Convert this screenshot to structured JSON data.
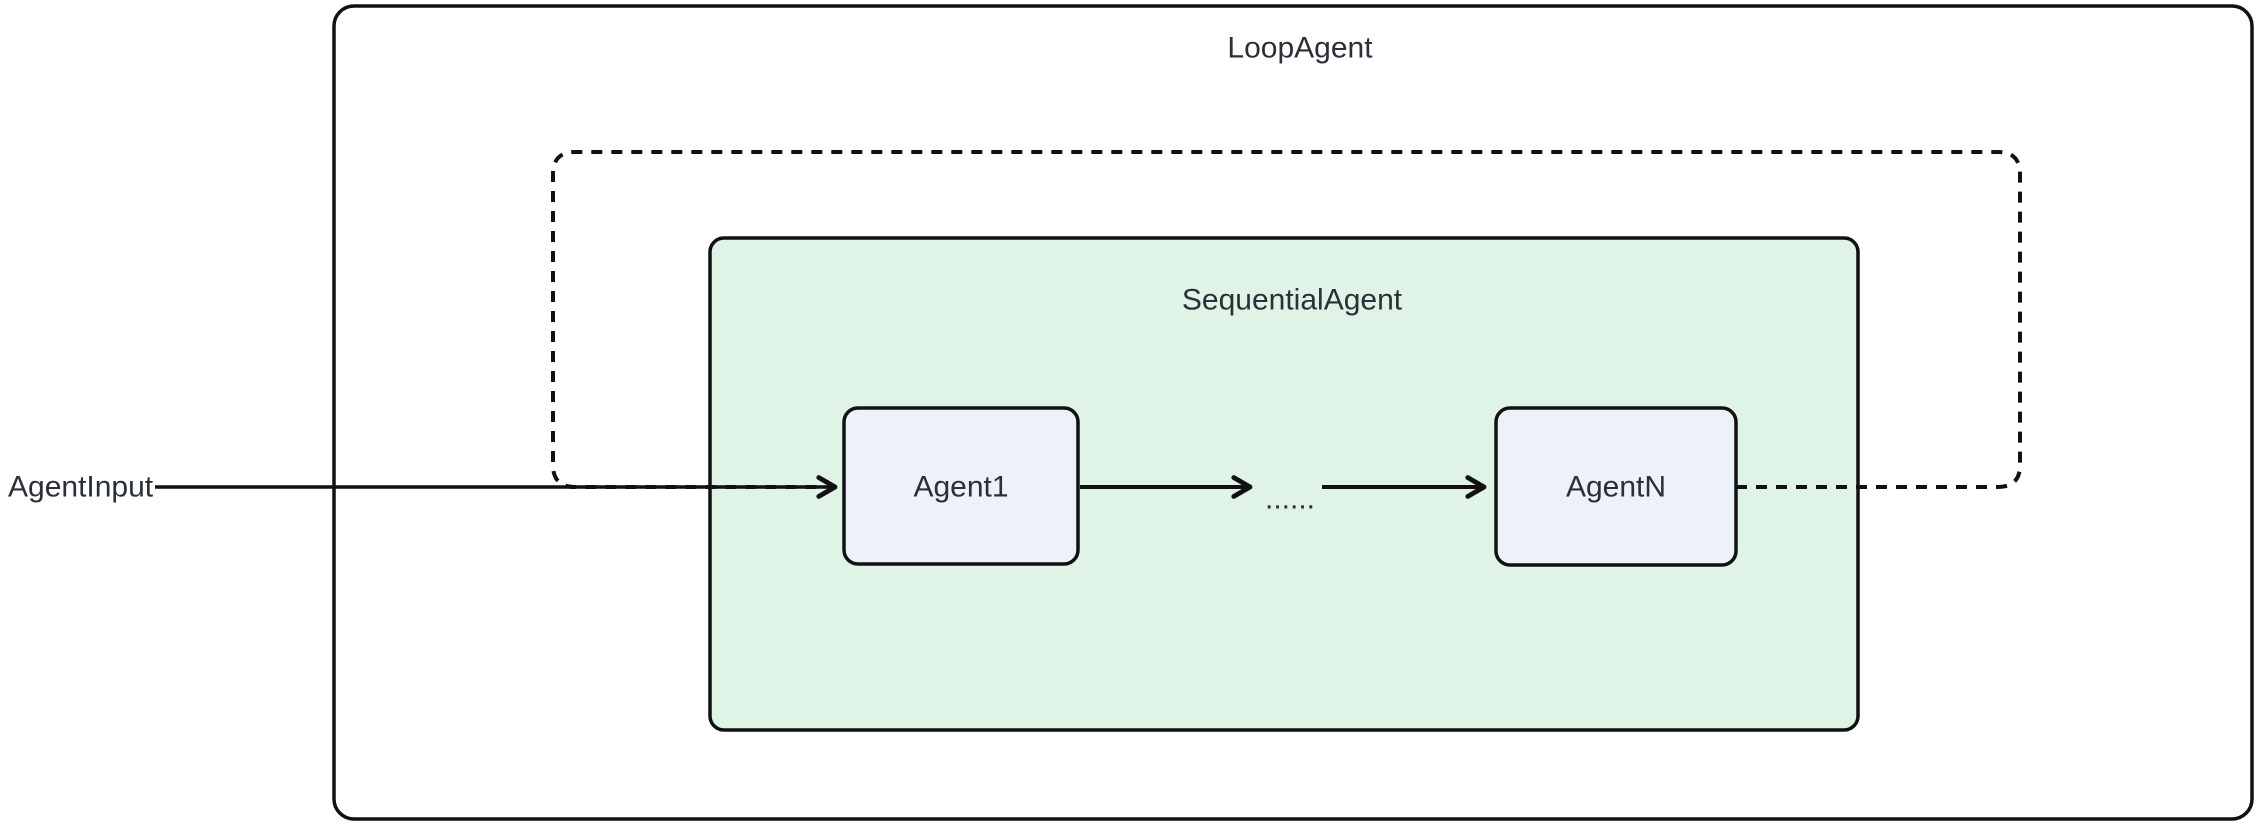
{
  "diagram": {
    "type": "flowchart",
    "outer_container": {
      "title": "LoopAgent"
    },
    "subgraph": {
      "title": "SequentialAgent"
    },
    "nodes": {
      "agent1": "Agent1",
      "agentN": "AgentN"
    },
    "edges": {
      "input_label": "AgentInput",
      "ellipsis_label": "......",
      "loop_back_style": "dashed"
    },
    "colors": {
      "background": "#ffffff",
      "outer_container_fill": "#ffffff",
      "subgraph_fill": "#dff4e6",
      "node_fill": "#edf1fa",
      "border": "#111111",
      "text": "#2b3038"
    }
  }
}
